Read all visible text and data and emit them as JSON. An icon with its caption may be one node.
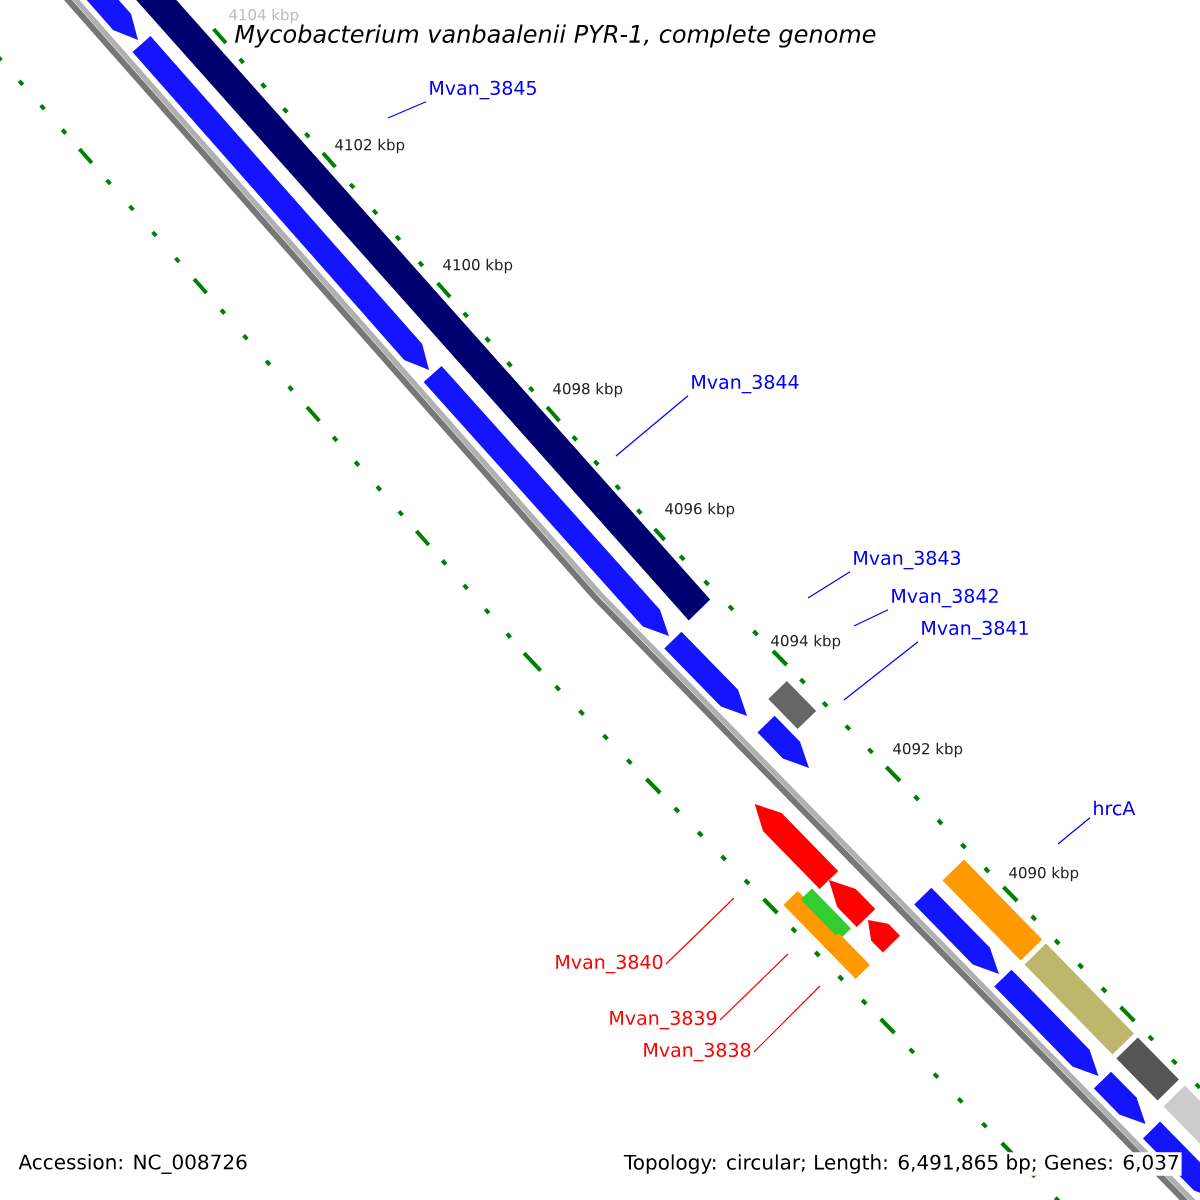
{
  "diagram": {
    "nodes": [
      {
        "text": [
          "Mvan_3845"
        ]
      },
      {
        "text": [
          "Mvan_3844"
        ]
      },
      {
        "text": [
          "Mvan_3843"
        ]
      },
      {
        "text": [
          "Mvan_3842"
        ]
      },
      {
        "text": [
          "Mvan_3841"
        ]
      },
      {
        "text": [
          "hrcA"
        ]
      },
      {
        "text": [
          "Mvan_3840"
        ]
      },
      {
        "text": [
          "Mvan_3839"
        ]
      },
      {
        "text": [
          "Mvan_3838"
        ]
      }
    ],
    "edges": [
      {
        "from": 0,
        "to": null,
        "arrow": "none"
      },
      {
        "from": 1,
        "to": null,
        "arrow": "none"
      },
      {
        "from": 2,
        "to": null,
        "arrow": "none"
      },
      {
        "from": 3,
        "to": null,
        "arrow": "none"
      },
      {
        "from": 4,
        "to": null,
        "arrow": "none"
      },
      {
        "from": 5,
        "to": null,
        "arrow": "none"
      },
      {
        "from": 6,
        "to": null,
        "arrow": "none",
        "color": "#ff0000"
      },
      {
        "from": 7,
        "to": null,
        "arrow": "none",
        "color": "#ff0000"
      },
      {
        "from": 8,
        "to": null,
        "arrow": "none",
        "color": "#ff0000"
      }
    ],
    "labels": [
      "Mycobacterium vanbaalenii PYR-1, complete genome",
      "4104 kbp",
      "4102 kbp",
      "4100 kbp",
      "4098 kbp",
      "4096 kbp",
      "4094 kbp",
      "4092 kbp",
      "4090 kbp",
      "Accession: NC_008726",
      "Topology: circular; Length: 6,491,865 bp; Genes: 6,037"
    ]
  }
}
